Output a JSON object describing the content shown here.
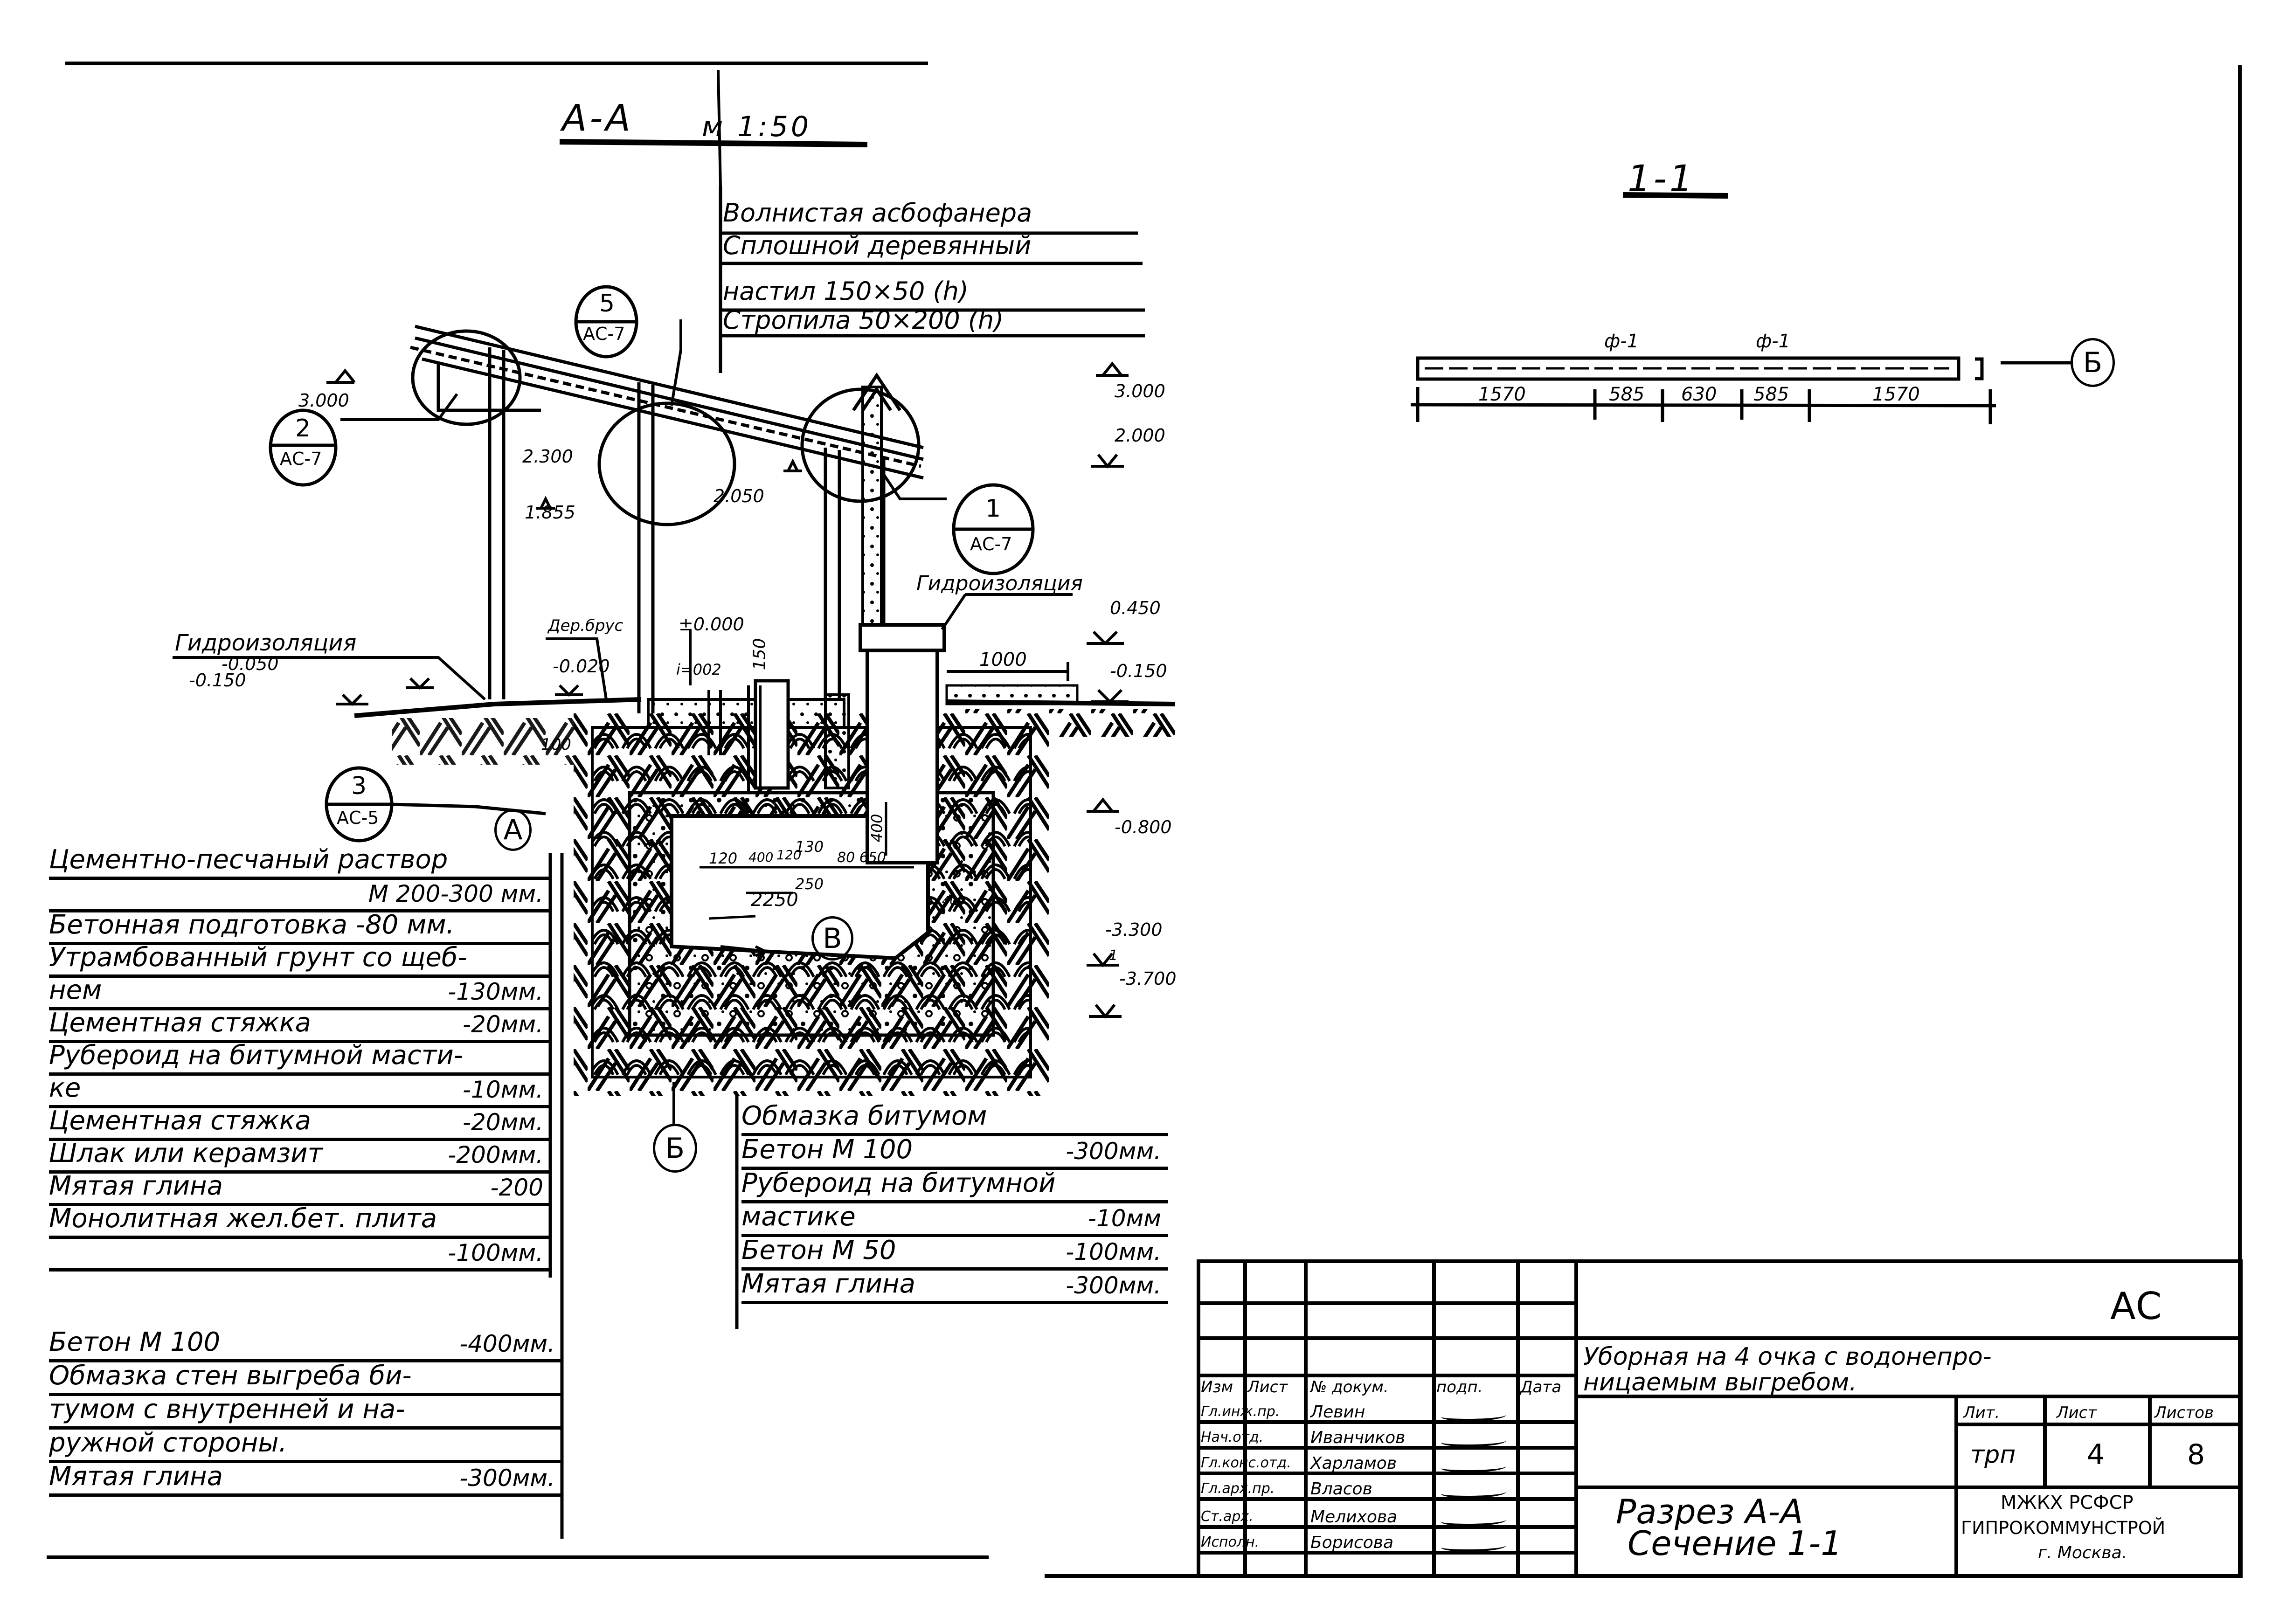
{
  "sheet": {
    "section_aa_title": "А-А",
    "section_aa_scale": "м 1:50",
    "section_11_title": "1-1"
  },
  "roof_legend": [
    "Волнистая асбофанера",
    "Сплошной деревянный",
    "настил 150×50 (h)",
    "Стропила 50×200 (h)"
  ],
  "callouts": [
    {
      "num": "5",
      "ref": "АС-7"
    },
    {
      "num": "2",
      "ref": "АС-7"
    },
    {
      "num": "1",
      "ref": "АС-7"
    },
    {
      "num": "3",
      "ref": "АС-5"
    }
  ],
  "axes": {
    "a": "А",
    "b": "Б",
    "v": "В",
    "b_plan": "Б"
  },
  "elevations": {
    "left_3000": "3.000",
    "right_3000": "3.000",
    "e2300": "2.300",
    "e1855": "1.855",
    "e2050": "2.050",
    "e2000": "2.000",
    "e0450": "0.450",
    "e_m0150_right": "-0.150",
    "e_m0800": "-0.800",
    "e_m3300": "-3.300",
    "e_m3700": "-3.700",
    "e_m0150_left": "-0.150",
    "e_m0050": "-0.050",
    "e_m0020": "-0.020",
    "e_0000": "±0.000",
    "slope": "i=002"
  },
  "notes": {
    "hydro_left": "Гидроизоляция",
    "hydro_right": "Гидроизоляция",
    "timber": "Дер.брус"
  },
  "dimensions": {
    "d1000": "1000",
    "d150": "150",
    "d100": "100",
    "d400": "400",
    "d120": "120",
    "d400b": "400",
    "d120b": "120",
    "d130": "130",
    "d80_650": "80 650",
    "d250": "250",
    "d2250": "2250",
    "d400c": "400",
    "slope_mark": "1"
  },
  "plan_11": {
    "marks": [
      "ф-1",
      "ф-1"
    ],
    "dims": [
      "1570",
      "585",
      "630",
      "585",
      "1570"
    ]
  },
  "floor_legend": [
    {
      "text": "Цементно-песчаный раствор",
      "value": ""
    },
    {
      "text": "",
      "value": "М 200-300 мм."
    },
    {
      "text": "Бетонная подготовка -80 мм.",
      "value": ""
    },
    {
      "text": "Утрамбованный грунт со щеб-",
      "value": ""
    },
    {
      "text": "нем",
      "value": "-130мм."
    },
    {
      "text": "Цементная стяжка",
      "value": "-20мм."
    },
    {
      "text": "Рубероид на битумной масти-",
      "value": ""
    },
    {
      "text": "ке",
      "value": "-10мм."
    },
    {
      "text": "Цементная стяжка",
      "value": "-20мм."
    },
    {
      "text": "Шлак или керамзит",
      "value": "-200мм."
    },
    {
      "text": "Мятая глина",
      "value": "-200"
    },
    {
      "text": "Монолитная жел.бет. плита",
      "value": ""
    },
    {
      "text": "",
      "value": "-100мм."
    }
  ],
  "pit_legend": [
    {
      "text": "Бетон М 100",
      "value": "-400мм."
    },
    {
      "text": "Обмазка стен выгреба би-",
      "value": ""
    },
    {
      "text": "тумом с внутренней и на-",
      "value": ""
    },
    {
      "text": "ружной стороны.",
      "value": ""
    },
    {
      "text": "Мятая глина",
      "value": "-300мм."
    }
  ],
  "wall_legend": [
    {
      "text": "Обмазка битумом",
      "value": ""
    },
    {
      "text": "Бетон М 100",
      "value": "-300мм."
    },
    {
      "text": "Рубероид на битумной",
      "value": ""
    },
    {
      "text": "мастике",
      "value": "-10мм"
    },
    {
      "text": "Бетон М 50",
      "value": "-100мм."
    },
    {
      "text": "Мятая глина",
      "value": "-300мм."
    }
  ],
  "title_block": {
    "code": "АС",
    "project_title_line1": "Уборная на 4 очка с водонепро-",
    "project_title_line2": "ницаемым выгребом.",
    "headers": [
      "Изм",
      "Лист",
      "№ докум.",
      "подп.",
      "Дата"
    ],
    "staff": [
      {
        "role": "Гл.инж.пр.",
        "name": "Левин"
      },
      {
        "role": "Нач.отд.",
        "name": "Иванчиков"
      },
      {
        "role": "Гл.конс.отд.",
        "name": "Харламов"
      },
      {
        "role": "Гл.арх.пр.",
        "name": "Власов"
      },
      {
        "role": "Ст.арх.",
        "name": "Мелихова"
      },
      {
        "role": "Исполн.",
        "name": "Борисова"
      }
    ],
    "stage_label": "Лит.",
    "sheet_label": "Лист",
    "sheets_label": "Листов",
    "stage": "трп",
    "sheet": "4",
    "sheets": "8",
    "drawing_title_line1": "Разрез А-А",
    "drawing_title_line2": "Сечение 1-1",
    "org_line1": "МЖКХ РСФСР",
    "org_line2": "ГИПРОКОММУНСТРОЙ",
    "org_line3": "г. Москва."
  }
}
